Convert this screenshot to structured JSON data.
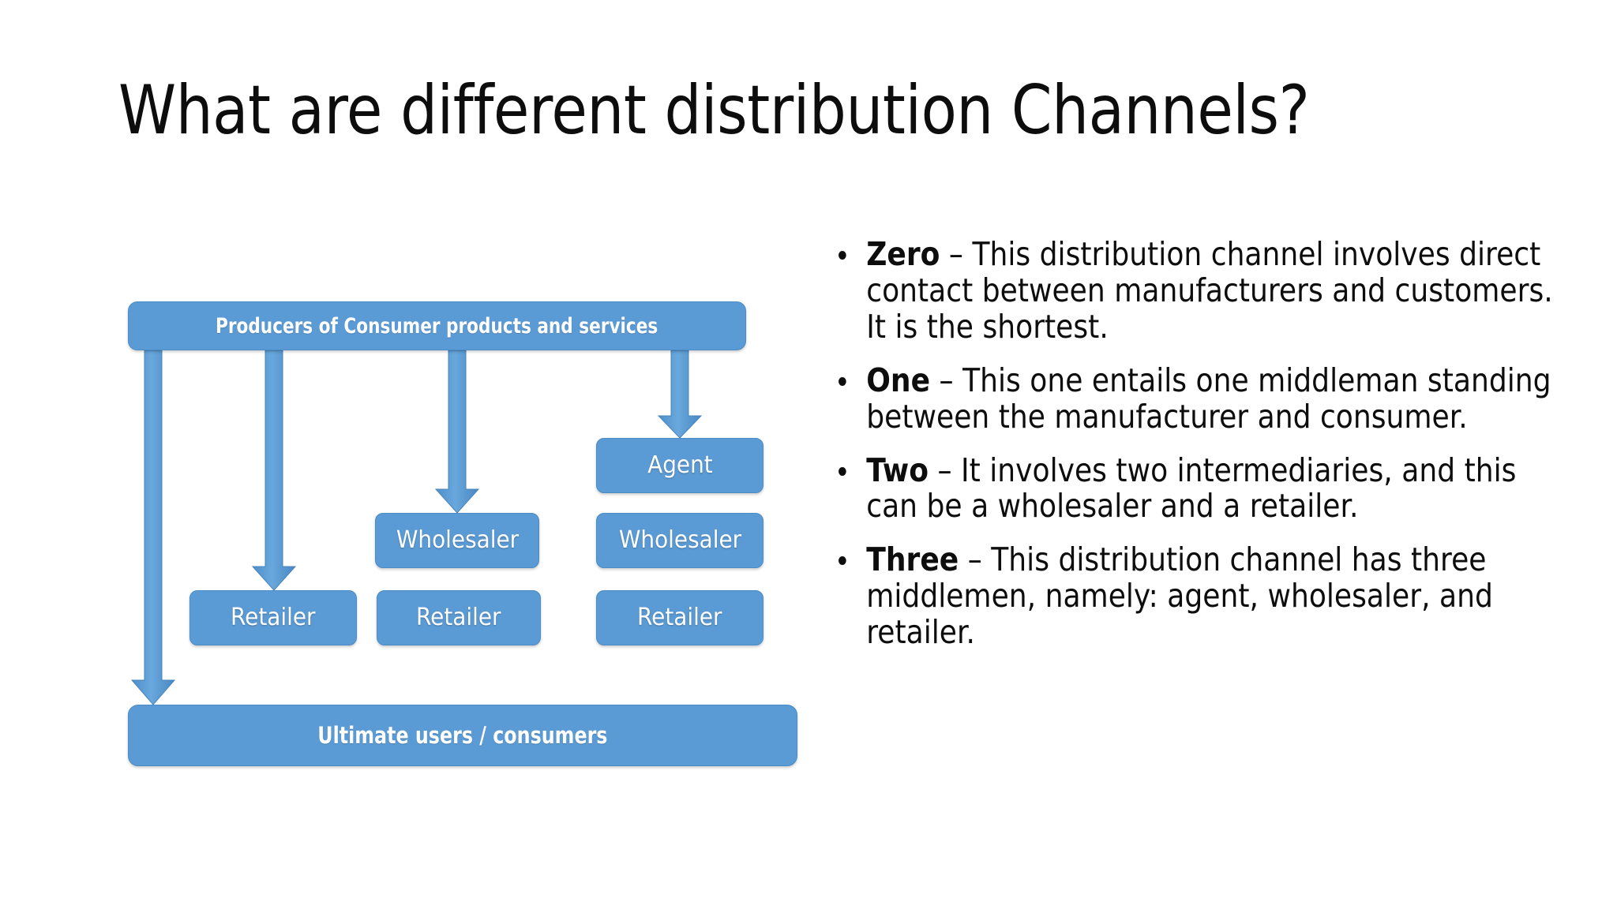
{
  "slide": {
    "title": "What are different distribution Channels?",
    "background_color": "#ffffff",
    "text_color": "#0d0d0d"
  },
  "diagram": {
    "accent_color": "#5b9bd5",
    "node_text_color": "#ffffff",
    "head": {
      "label": "Producers of Consumer products and services"
    },
    "foot": {
      "label": "Ultimate users / consumers"
    },
    "nodes": [
      {
        "key": "agent",
        "label": "Agent"
      },
      {
        "key": "wholesaler_mid",
        "label": "Wholesaler"
      },
      {
        "key": "wholesaler_right",
        "label": "Wholesaler"
      },
      {
        "key": "retailer_left",
        "label": "Retailer"
      },
      {
        "key": "retailer_mid",
        "label": "Retailer"
      },
      {
        "key": "retailer_right",
        "label": "Retailer"
      }
    ],
    "channels": [
      {
        "level": "zero",
        "path": [
          "Producers of Consumer products and services",
          "Ultimate users / consumers"
        ]
      },
      {
        "level": "one",
        "path": [
          "Producers of Consumer products and services",
          "Retailer",
          "Ultimate users / consumers"
        ]
      },
      {
        "level": "two",
        "path": [
          "Producers of Consumer products and services",
          "Wholesaler",
          "Retailer",
          "Ultimate users / consumers"
        ]
      },
      {
        "level": "three",
        "path": [
          "Producers of Consumer products and services",
          "Agent",
          "Wholesaler",
          "Retailer",
          "Ultimate users / consumers"
        ]
      }
    ]
  },
  "bullets": [
    {
      "lead": "Zero",
      "dash": " – ",
      "text": "This distribution channel involves direct contact between manufacturers and customers. It is the shortest."
    },
    {
      "lead": "One",
      "dash": " – ",
      "text": "This one entails one middleman standing between the manufacturer and consumer."
    },
    {
      "lead": "Two",
      "dash": " – ",
      "text": "It involves two intermediaries, and this can be a wholesaler and a retailer."
    },
    {
      "lead": "Three",
      "dash": " – ",
      "text": "This distribution channel has three middlemen, namely: agent, wholesaler, and retailer."
    }
  ]
}
